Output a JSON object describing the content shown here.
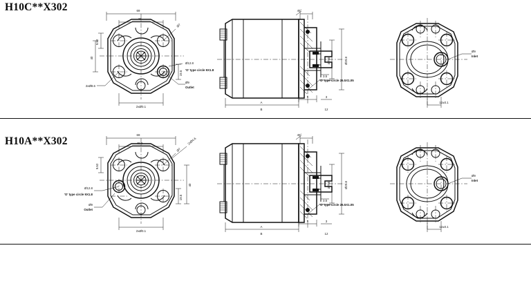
{
  "sheet": {
    "background": "#ffffff",
    "line_color": "#111111",
    "dividers": 2
  },
  "models": [
    {
      "id": "model-h10c",
      "title": "H10C**X302",
      "views": [
        {
          "id": "front-view",
          "name": "front-flange-view",
          "dimensions": {
            "overall_width": "69",
            "bolt_span": "40",
            "left_upper": "9.52",
            "left_lower": "40",
            "right_small": "19.5",
            "bottom": "2xØ0.1",
            "bore_note": "Ø7",
            "port_note": "Ø12.8",
            "outlet_note": "Ø9",
            "outlet_label": "Outlet",
            "hole_note": "2xØ8.6",
            "oring_note": "'O' type circle  9X1.8"
          }
        },
        {
          "id": "section-view",
          "name": "cross-section-view",
          "dimensions": {
            "angle": "45°",
            "shaft_dia": "Ø7k6",
            "flange_dia": "Ø29.8",
            "step": "3.5",
            "len_a": "A",
            "len_b": "B",
            "len_s": "5",
            "len_r": "3",
            "len_t": "12",
            "oring_note": "'O' type circle  26.5X1.05",
            "seal_note": "Ø10.8"
          }
        },
        {
          "id": "rear-view",
          "name": "rear-cover-view",
          "dimensions": {
            "bottom": "12±0.1",
            "inlet_note": "Ø9",
            "inlet_label": "Inlet"
          }
        }
      ]
    },
    {
      "id": "model-h10a",
      "title": "H10A**X302",
      "views": [
        {
          "id": "front-view",
          "name": "front-flange-view",
          "dimensions": {
            "overall_width": "69",
            "bolt_span": "40.2",
            "left_upper": "9.52",
            "left_lower": "40",
            "right_small": "19.5",
            "bottom": "2xØ0.1",
            "bore_note": "Ø7",
            "port_note": "Ø12.8",
            "outlet_note": "Ø9",
            "outlet_label": "Outlet",
            "hole_note": "2xØ4.6",
            "oring_note": "'O' type circle  9X1.8"
          }
        },
        {
          "id": "section-view",
          "name": "cross-section-view",
          "dimensions": {
            "angle": "45°",
            "shaft_dia": "Ø7k6",
            "flange_dia": "Ø29.8",
            "step": "3.5",
            "len_a": "A",
            "len_b": "B",
            "len_s": "5",
            "len_r": "3",
            "len_t": "12",
            "oring_note": "'O' type circle  26.5X1.05",
            "seal_note": "Ø10.8"
          }
        },
        {
          "id": "rear-view",
          "name": "rear-cover-view",
          "dimensions": {
            "bottom": "12±0.1",
            "inlet_note": "Ø9",
            "inlet_label": "Inlet"
          }
        }
      ]
    }
  ]
}
